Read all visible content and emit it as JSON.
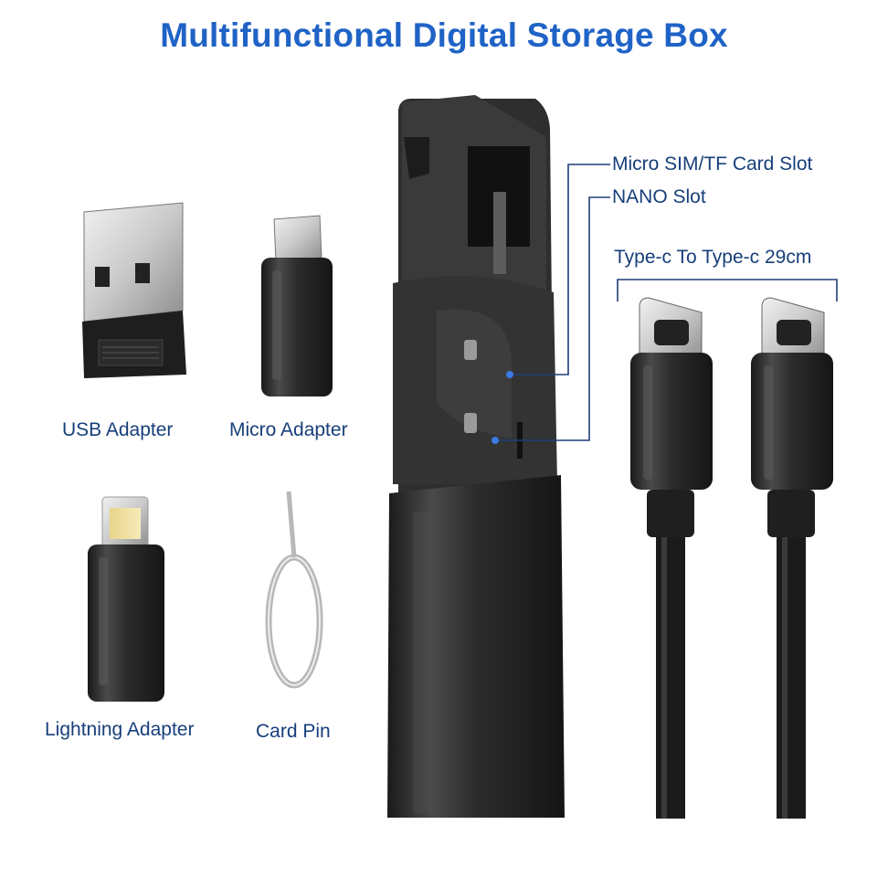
{
  "title": "Multifunctional Digital Storage Box",
  "colors": {
    "title": "#1f63c6",
    "label": "#173f7a",
    "callout_line": "#1e3f78",
    "callout_dot": "#3a7be0",
    "product_dark": "#262626"
  },
  "items": [
    {
      "id": "usb",
      "label": "USB Adapter"
    },
    {
      "id": "micro",
      "label": "Micro Adapter"
    },
    {
      "id": "lightning",
      "label": "Lightning Adapter"
    },
    {
      "id": "pin",
      "label": "Card Pin"
    }
  ],
  "callouts": {
    "micro_sim": "Micro SIM/TF Card Slot",
    "nano": "NANO Slot",
    "cable": "Type-c To Type-c 29cm"
  }
}
